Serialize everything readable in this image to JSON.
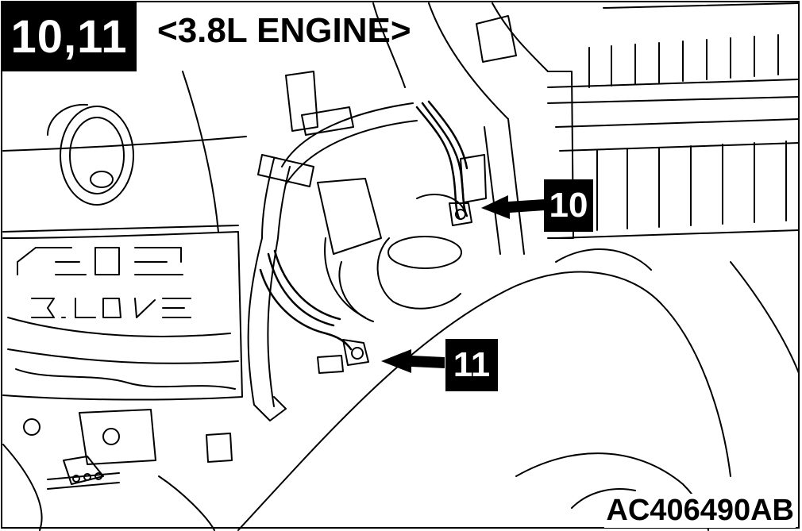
{
  "figure": {
    "step_numbers": "10,11",
    "variant_title": "<3.8L ENGINE>",
    "figure_code": "AC406490AB"
  },
  "callouts": [
    {
      "label": "10",
      "target": "harness ground bolt (upper)"
    },
    {
      "label": "11",
      "target": "harness ground bolt (lower)"
    }
  ],
  "engine_cover_lettering": [
    "MEC",
    "3.8LV6"
  ],
  "colors": {
    "ink": "#000000",
    "paper": "#ffffff",
    "badge_text": "#ffffff"
  }
}
